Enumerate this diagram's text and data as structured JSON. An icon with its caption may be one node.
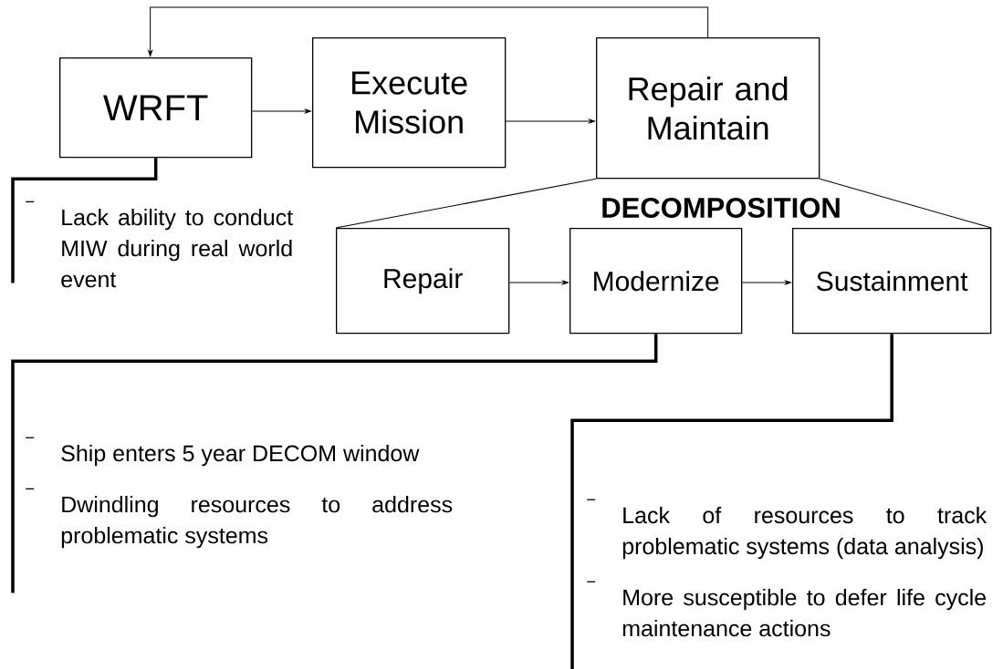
{
  "diagram": {
    "nodes": [
      {
        "text": [
          "WRFT"
        ]
      },
      {
        "text": [
          "Execute Mission"
        ]
      },
      {
        "text": [
          "Repair and Maintain"
        ]
      },
      {
        "text": [
          "Repair"
        ]
      },
      {
        "text": [
          "Modernize"
        ]
      },
      {
        "text": [
          "Sustainment"
        ]
      },
      {
        "text": [
          "Lack ability to conduct MIW during real world event"
        ]
      },
      {
        "text": [
          "Ship enters 5 year DECOM window",
          "Dwindling resources to address problematic systems"
        ]
      },
      {
        "text": [
          "Lack of resources to track problematic systems (data analysis)",
          "More susceptible to defer life cycle maintenance actions"
        ]
      }
    ],
    "edges": [
      {
        "from": 0,
        "to": 1,
        "arrow": "to"
      },
      {
        "from": 1,
        "to": 2,
        "arrow": "to"
      },
      {
        "from": 2,
        "to": 0,
        "arrow": "to"
      },
      {
        "from": 3,
        "to": 4,
        "arrow": "to"
      },
      {
        "from": 4,
        "to": 5,
        "arrow": "to"
      },
      {
        "from": 2,
        "to": 3,
        "arrow": "none"
      },
      {
        "from": 2,
        "to": 5,
        "arrow": "none"
      },
      {
        "from": 6,
        "to": 0,
        "arrow": "none",
        "style": "thick"
      },
      {
        "from": 7,
        "to": 4,
        "arrow": "none",
        "style": "thick"
      },
      {
        "from": 8,
        "to": 5,
        "arrow": "none",
        "style": "thick"
      }
    ],
    "labels": [
      "**DECOMPOSITION**"
    ]
  }
}
